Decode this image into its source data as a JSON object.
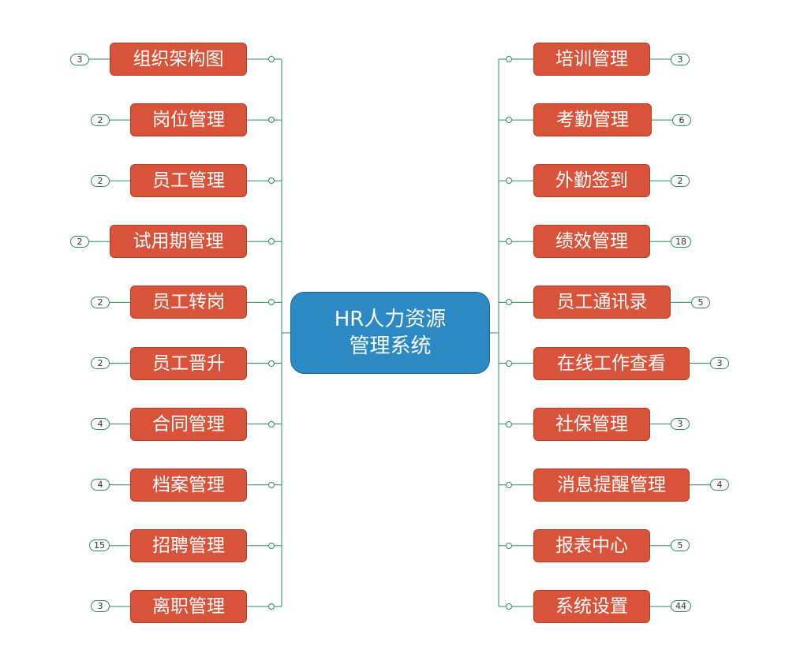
{
  "root": {
    "line1": "HR人力资源",
    "line2": "管理系统"
  },
  "left": [
    {
      "label": "组织架构图",
      "count": "3"
    },
    {
      "label": "岗位管理",
      "count": "2"
    },
    {
      "label": "员工管理",
      "count": "2"
    },
    {
      "label": "试用期管理",
      "count": "2"
    },
    {
      "label": "员工转岗",
      "count": "2"
    },
    {
      "label": "员工晋升",
      "count": "2"
    },
    {
      "label": "合同管理",
      "count": "4"
    },
    {
      "label": "档案管理",
      "count": "4"
    },
    {
      "label": "招聘管理",
      "count": "15"
    },
    {
      "label": "离职管理",
      "count": "3"
    }
  ],
  "right": [
    {
      "label": "培训管理",
      "count": "3"
    },
    {
      "label": "考勤管理",
      "count": "6"
    },
    {
      "label": "外勤签到",
      "count": "2"
    },
    {
      "label": "绩效管理",
      "count": "18"
    },
    {
      "label": "员工通讯录",
      "count": "5"
    },
    {
      "label": "在线工作查看",
      "count": "3"
    },
    {
      "label": "社保管理",
      "count": "3"
    },
    {
      "label": "消息提醒管理",
      "count": "4"
    },
    {
      "label": "报表中心",
      "count": "5"
    },
    {
      "label": "系统设置",
      "count": "44"
    }
  ],
  "colors": {
    "topic": "#d9533a",
    "root": "#2b8ac3",
    "connector": "#2e8b57"
  }
}
